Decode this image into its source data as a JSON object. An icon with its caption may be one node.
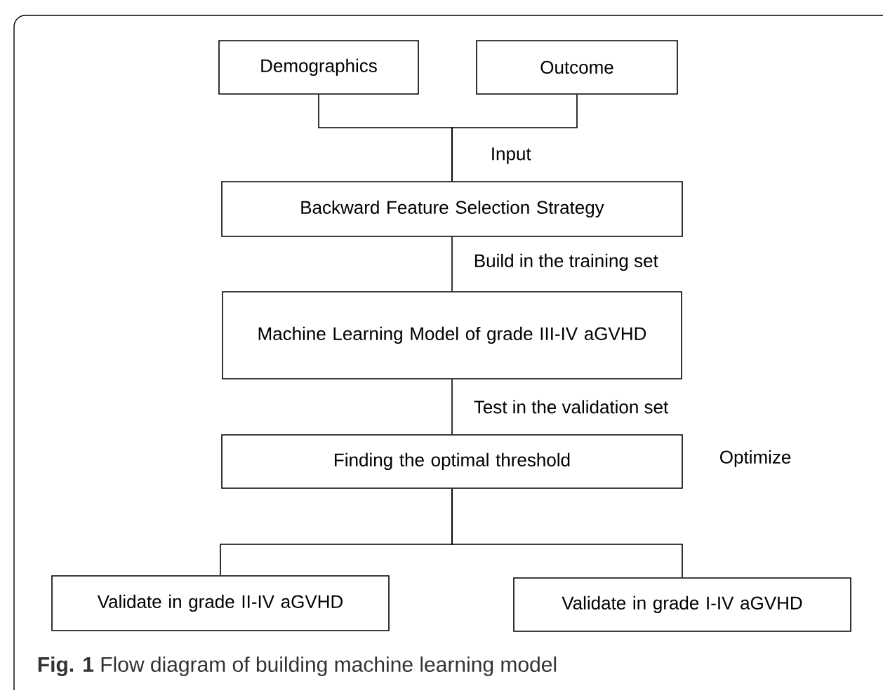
{
  "diagram": {
    "caption": "**Fig. 1** Flow diagram of building machine learning model",
    "nodes": [
      {
        "text": [
          "Demographics"
        ]
      },
      {
        "text": [
          "Outcome"
        ]
      },
      {
        "text": [
          "Backward Feature Selection Strategy"
        ]
      },
      {
        "text": [
          "Machine Learning Model of grade III-IV aGVHD"
        ]
      },
      {
        "text": [
          "Finding the optimal threshold"
        ]
      },
      {
        "text": [
          "Validate in grade II-IV aGVHD"
        ]
      },
      {
        "text": [
          "Validate in grade I-IV aGVHD"
        ]
      }
    ],
    "edges": [
      {
        "from": 0,
        "to": 2,
        "arrow": "none",
        "label": "Input"
      },
      {
        "from": 1,
        "to": 2,
        "arrow": "none"
      },
      {
        "from": 2,
        "to": 3,
        "arrow": "none",
        "label": "Build in the training set"
      },
      {
        "from": 3,
        "to": 4,
        "arrow": "none",
        "label": "Test in the validation set"
      },
      {
        "from": 4,
        "to": 5,
        "arrow": "none"
      },
      {
        "from": 4,
        "to": 6,
        "arrow": "none"
      }
    ],
    "labels": [
      "Optimize"
    ]
  }
}
